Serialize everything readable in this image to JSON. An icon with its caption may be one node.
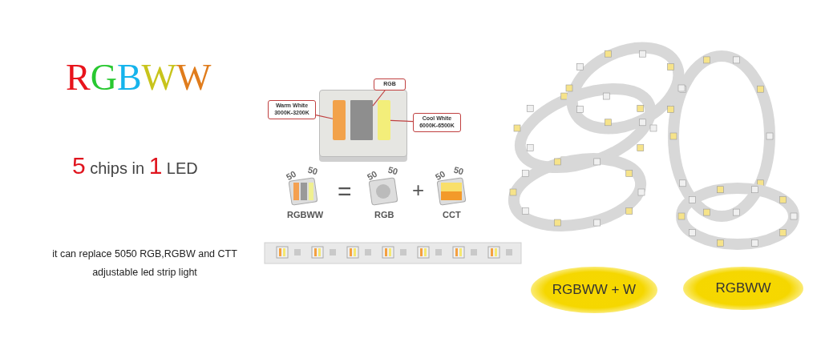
{
  "diagram": {
    "title": "RGBWW",
    "nodes": [
      {
        "text": [
          "Warm White",
          "3000K-3200K"
        ]
      },
      {
        "text": [
          "RGB"
        ]
      },
      {
        "text": [
          "Cool White",
          "6000K-6500K"
        ]
      },
      {
        "text": [],
        "shape": "picture"
      },
      {
        "text": [],
        "shape": "bar",
        "in": 3
      },
      {
        "text": [],
        "shape": "box",
        "in": 3
      },
      {
        "text": [],
        "shape": "bar",
        "in": 3
      },
      {
        "text": [
          "RGBWW + W"
        ]
      },
      {
        "text": [
          "RGBWW"
        ]
      }
    ],
    "edges": [
      {
        "from": 0,
        "to": 4,
        "arrow": "none"
      },
      {
        "from": 1,
        "to": 5,
        "arrow": "none"
      },
      {
        "from": 2,
        "to": 6,
        "arrow": "none"
      }
    ],
    "labels": [
      "**5** chips in **1** LED",
      "50",
      "50",
      "=",
      "50",
      "50",
      "+",
      "50",
      "50",
      "RGBWW",
      "RGB",
      "CCT",
      "it can replace 5050 RGB,RGBW and CTT adjustable led strip light"
    ]
  }
}
